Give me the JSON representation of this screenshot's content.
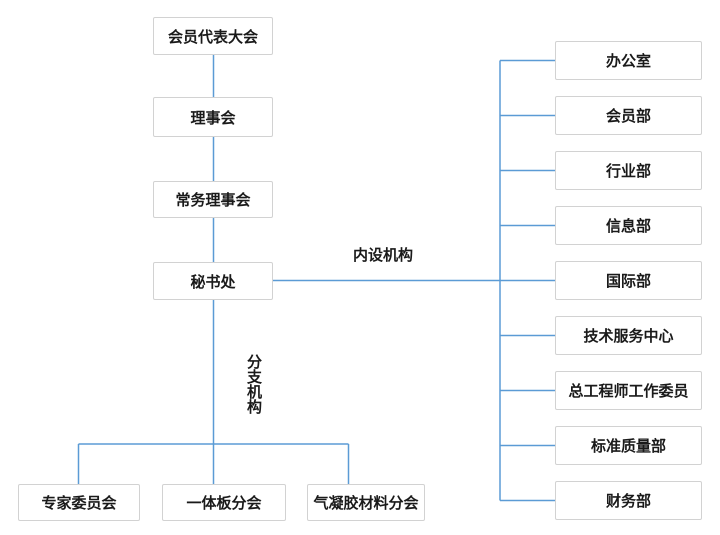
{
  "org_chart": {
    "hierarchy": [
      "会员代表大会",
      "理事会",
      "常务理事会",
      "秘书处"
    ],
    "internal_section_label": "内设机构",
    "branch_section_label": "分支机构",
    "internal_departments": [
      "办公室",
      "会员部",
      "行业部",
      "信息部",
      "国际部",
      "技术服务中心",
      "总工程师工作委员",
      "标准质量部",
      "财务部"
    ],
    "branch_organizations": [
      "专家委员会",
      "一体板分会",
      "气凝胶材料分会"
    ],
    "colors": {
      "connector_blue": "#5b9bd5",
      "box_border": "#d2d2d2",
      "box_background": "#ffffff",
      "text_color": "#1a1a1a"
    }
  }
}
